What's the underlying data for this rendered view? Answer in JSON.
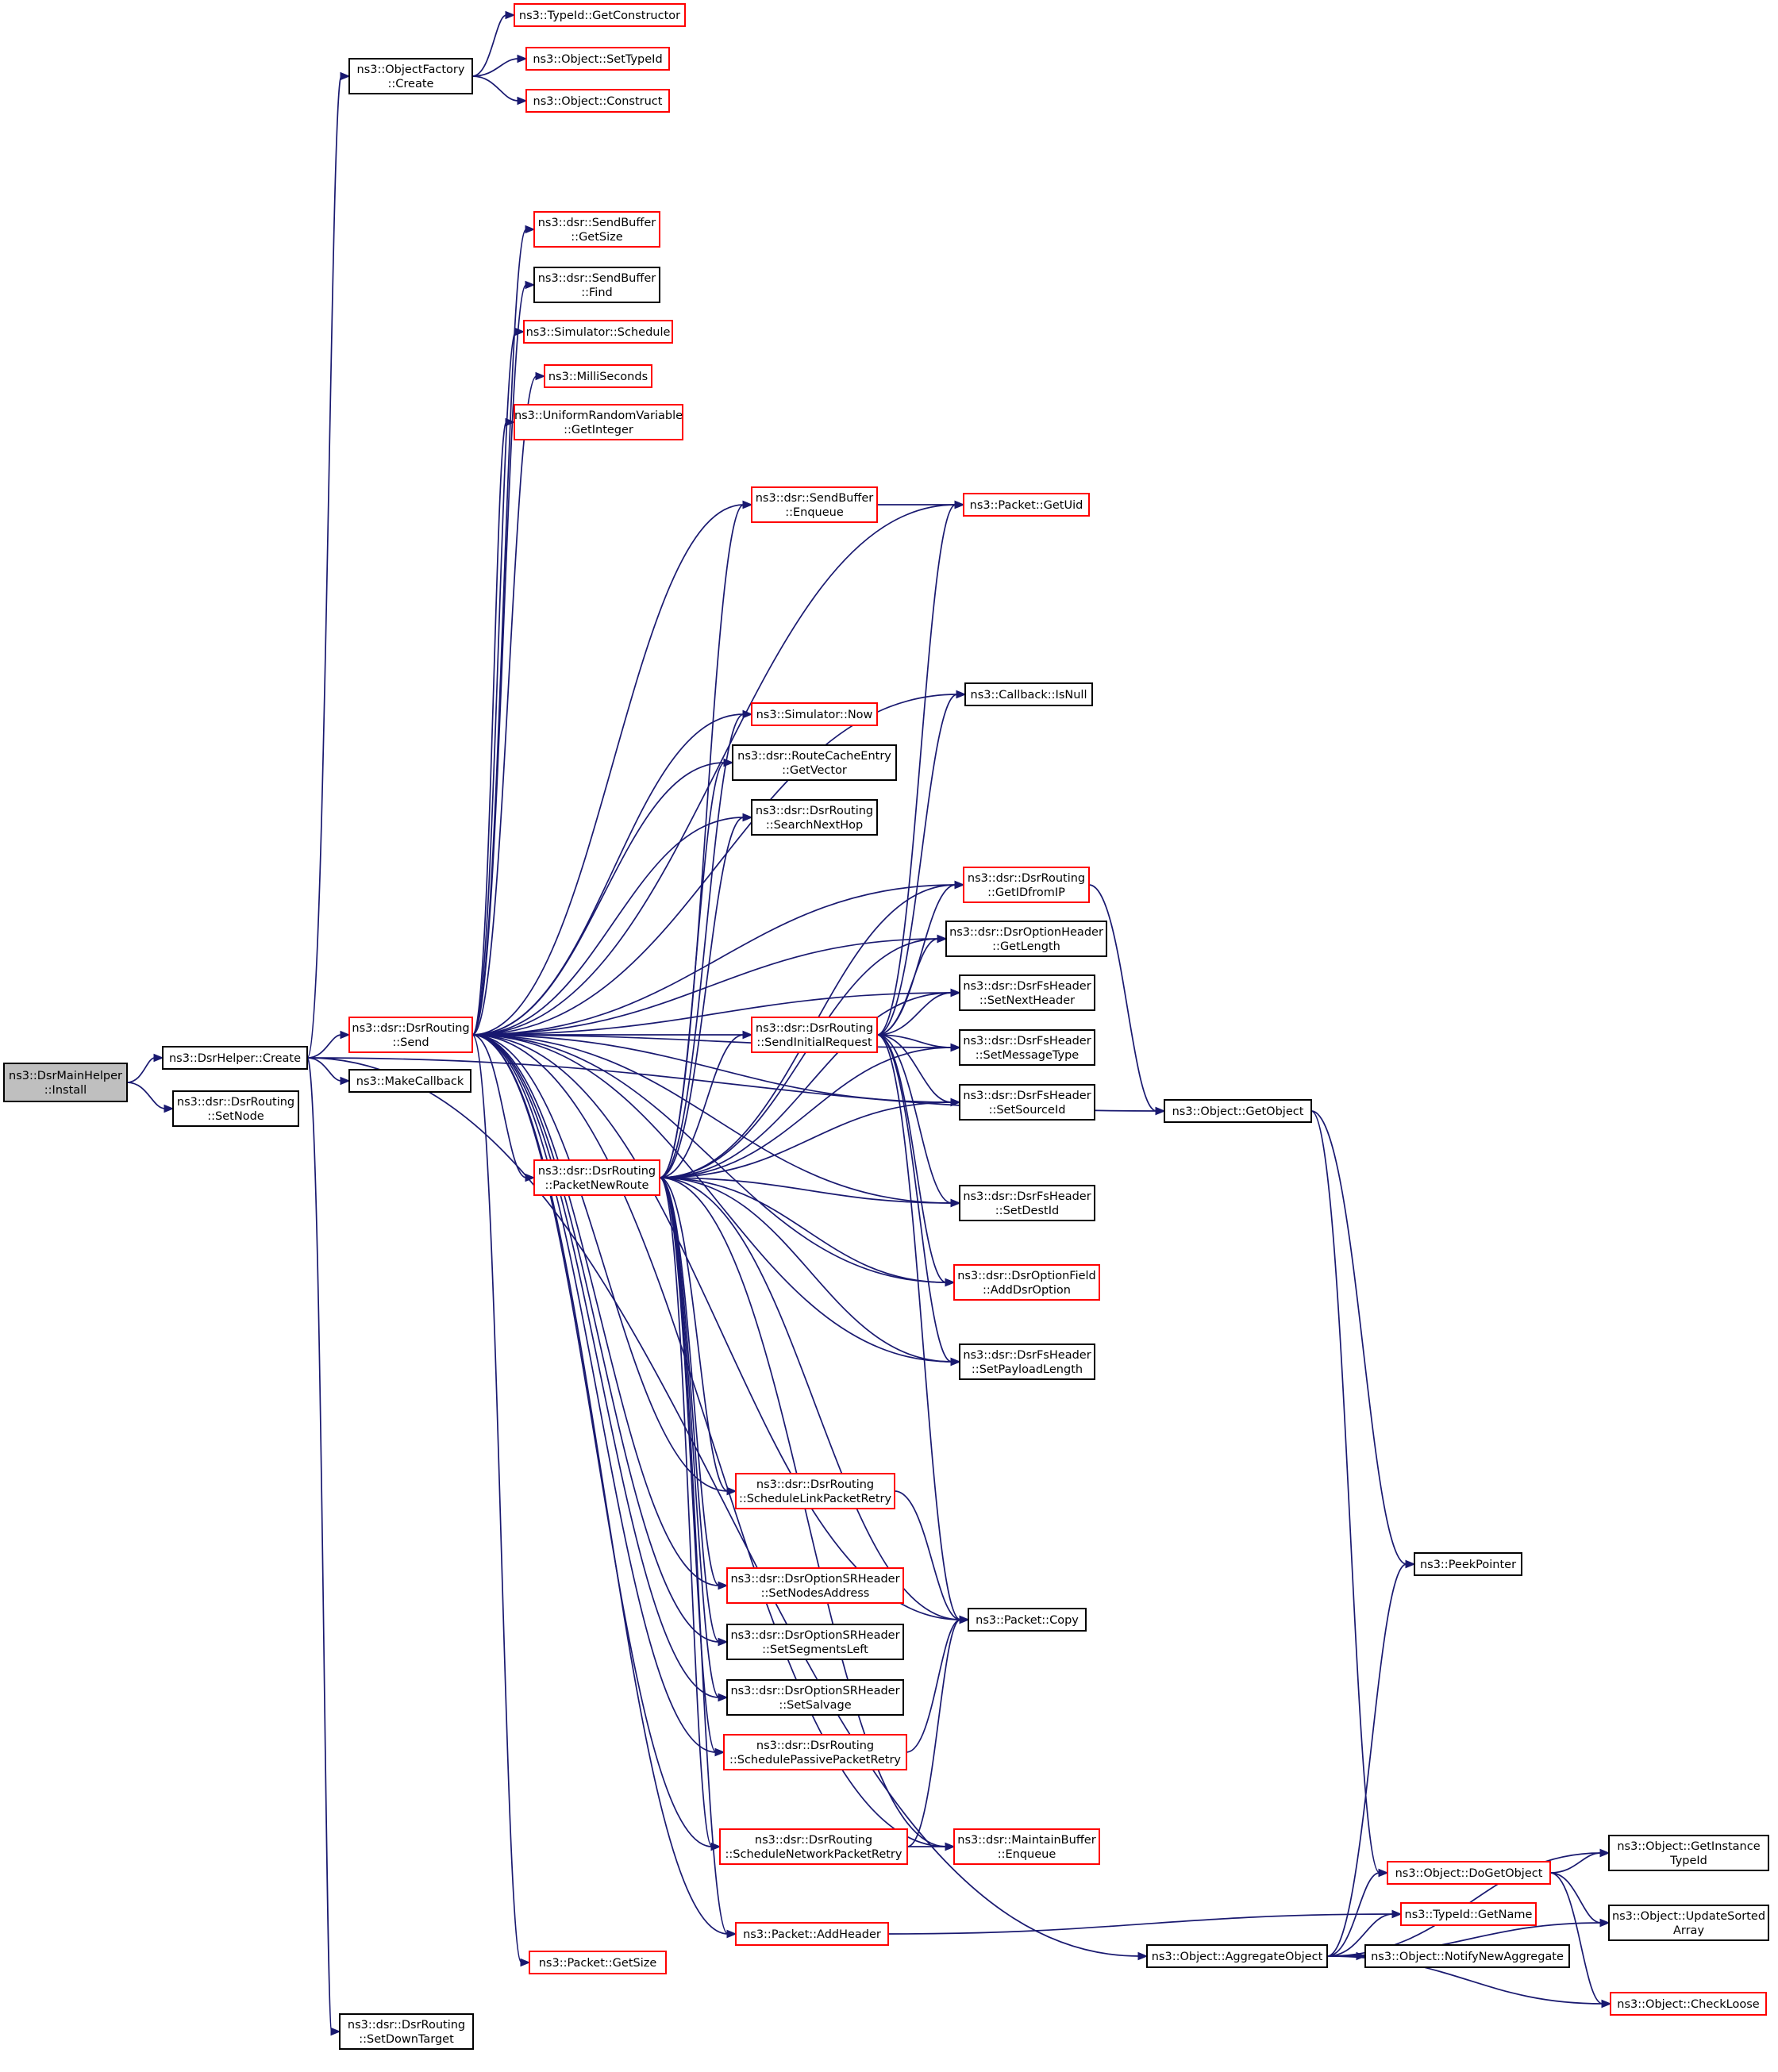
{
  "graph": {
    "edge_color": "#191970",
    "colors": {
      "root_fill": "#bfbfbf",
      "node_fill": "#ffffff",
      "border_plain": "#000000",
      "border_truncated": "#ff0000"
    },
    "nodes": [
      {
        "id": "install",
        "lines": [
          "ns3::DsrMainHelper",
          "::Install"
        ],
        "style": "root"
      },
      {
        "id": "helper_create",
        "lines": [
          "ns3::DsrHelper::Create"
        ],
        "style": "plain"
      },
      {
        "id": "setnode",
        "lines": [
          "ns3::dsr::DsrRouting",
          "::SetNode"
        ],
        "style": "plain"
      },
      {
        "id": "setdowntarget",
        "lines": [
          "ns3::dsr::DsrRouting",
          "::SetDownTarget"
        ],
        "style": "plain"
      },
      {
        "id": "of_create",
        "lines": [
          "ns3::ObjectFactory",
          "::Create"
        ],
        "style": "plain"
      },
      {
        "id": "getconstructor",
        "lines": [
          "ns3::TypeId::GetConstructor"
        ],
        "style": "red"
      },
      {
        "id": "settypeid",
        "lines": [
          "ns3::Object::SetTypeId"
        ],
        "style": "red"
      },
      {
        "id": "construct",
        "lines": [
          "ns3::Object::Construct"
        ],
        "style": "red"
      },
      {
        "id": "send",
        "lines": [
          "ns3::dsr::DsrRouting",
          "::Send"
        ],
        "style": "red"
      },
      {
        "id": "makecallback",
        "lines": [
          "ns3::MakeCallback"
        ],
        "style": "plain"
      },
      {
        "id": "sb_getsize",
        "lines": [
          "ns3::dsr::SendBuffer",
          "::GetSize"
        ],
        "style": "red"
      },
      {
        "id": "sb_find",
        "lines": [
          "ns3::dsr::SendBuffer",
          "::Find"
        ],
        "style": "plain"
      },
      {
        "id": "sim_schedule",
        "lines": [
          "ns3::Simulator::Schedule"
        ],
        "style": "red"
      },
      {
        "id": "milliseconds",
        "lines": [
          "ns3::MilliSeconds"
        ],
        "style": "red"
      },
      {
        "id": "urv_getinteger",
        "lines": [
          "ns3::UniformRandomVariable",
          "::GetInteger"
        ],
        "style": "red"
      },
      {
        "id": "sb_enqueue",
        "lines": [
          "ns3::dsr::SendBuffer",
          "::Enqueue"
        ],
        "style": "red"
      },
      {
        "id": "packet_getuid",
        "lines": [
          "ns3::Packet::GetUid"
        ],
        "style": "red"
      },
      {
        "id": "cb_isnull",
        "lines": [
          "ns3::Callback::IsNull"
        ],
        "style": "plain"
      },
      {
        "id": "sim_now",
        "lines": [
          "ns3::Simulator::Now"
        ],
        "style": "red"
      },
      {
        "id": "rce_getvector",
        "lines": [
          "ns3::dsr::RouteCacheEntry",
          "::GetVector"
        ],
        "style": "plain"
      },
      {
        "id": "searchnexthop",
        "lines": [
          "ns3::dsr::DsrRouting",
          "::SearchNextHop"
        ],
        "style": "plain"
      },
      {
        "id": "getidfromip",
        "lines": [
          "ns3::dsr::DsrRouting",
          "::GetIDfromIP"
        ],
        "style": "red"
      },
      {
        "id": "oh_getlength",
        "lines": [
          "ns3::dsr::DsrOptionHeader",
          "::GetLength"
        ],
        "style": "plain"
      },
      {
        "id": "fs_setnextheader",
        "lines": [
          "ns3::dsr::DsrFsHeader",
          "::SetNextHeader"
        ],
        "style": "plain"
      },
      {
        "id": "sendinitialrequest",
        "lines": [
          "ns3::dsr::DsrRouting",
          "::SendInitialRequest"
        ],
        "style": "red"
      },
      {
        "id": "fs_setmessagetype",
        "lines": [
          "ns3::dsr::DsrFsHeader",
          "::SetMessageType"
        ],
        "style": "plain"
      },
      {
        "id": "fs_setsourceid",
        "lines": [
          "ns3::dsr::DsrFsHeader",
          "::SetSourceId"
        ],
        "style": "plain"
      },
      {
        "id": "obj_getobject",
        "lines": [
          "ns3::Object::GetObject"
        ],
        "style": "plain"
      },
      {
        "id": "packetnewroute",
        "lines": [
          "ns3::dsr::DsrRouting",
          "::PacketNewRoute"
        ],
        "style": "red"
      },
      {
        "id": "fs_setdestid",
        "lines": [
          "ns3::dsr::DsrFsHeader",
          "::SetDestId"
        ],
        "style": "plain"
      },
      {
        "id": "of_adddsroption",
        "lines": [
          "ns3::dsr::DsrOptionField",
          "::AddDsrOption"
        ],
        "style": "red"
      },
      {
        "id": "fs_setpayloadlength",
        "lines": [
          "ns3::dsr::DsrFsHeader",
          "::SetPayloadLength"
        ],
        "style": "plain"
      },
      {
        "id": "schedulelinkpacketretry",
        "lines": [
          "ns3::dsr::DsrRouting",
          "::ScheduleLinkPacketRetry"
        ],
        "style": "red"
      },
      {
        "id": "peekpointer",
        "lines": [
          "ns3::PeekPointer"
        ],
        "style": "plain"
      },
      {
        "id": "sr_setnodesaddress",
        "lines": [
          "ns3::dsr::DsrOptionSRHeader",
          "::SetNodesAddress"
        ],
        "style": "red"
      },
      {
        "id": "packet_copy",
        "lines": [
          "ns3::Packet::Copy"
        ],
        "style": "plain"
      },
      {
        "id": "sr_setsegmentsleft",
        "lines": [
          "ns3::dsr::DsrOptionSRHeader",
          "::SetSegmentsLeft"
        ],
        "style": "plain"
      },
      {
        "id": "sr_setsalvage",
        "lines": [
          "ns3::dsr::DsrOptionSRHeader",
          "::SetSalvage"
        ],
        "style": "plain"
      },
      {
        "id": "schedulepassivepacketretry",
        "lines": [
          "ns3::dsr::DsrRouting",
          "::SchedulePassivePacketRetry"
        ],
        "style": "red"
      },
      {
        "id": "schedulenetworkpacketretry",
        "lines": [
          "ns3::dsr::DsrRouting",
          "::ScheduleNetworkPacketRetry"
        ],
        "style": "red"
      },
      {
        "id": "mb_enqueue",
        "lines": [
          "ns3::dsr::MaintainBuffer",
          "::Enqueue"
        ],
        "style": "red"
      },
      {
        "id": "obj_getinstancetypeid",
        "lines": [
          "ns3::Object::GetInstance",
          "TypeId"
        ],
        "style": "plain"
      },
      {
        "id": "obj_dogetobject",
        "lines": [
          "ns3::Object::DoGetObject"
        ],
        "style": "red"
      },
      {
        "id": "typeid_getname",
        "lines": [
          "ns3::TypeId::GetName"
        ],
        "style": "red"
      },
      {
        "id": "obj_updatesortedarray",
        "lines": [
          "ns3::Object::UpdateSorted",
          "Array"
        ],
        "style": "plain"
      },
      {
        "id": "packet_addheader",
        "lines": [
          "ns3::Packet::AddHeader"
        ],
        "style": "red"
      },
      {
        "id": "obj_aggregateobject",
        "lines": [
          "ns3::Object::AggregateObject"
        ],
        "style": "plain"
      },
      {
        "id": "obj_notifynewaggregate",
        "lines": [
          "ns3::Object::NotifyNewAggregate"
        ],
        "style": "plain"
      },
      {
        "id": "packet_getsize",
        "lines": [
          "ns3::Packet::GetSize"
        ],
        "style": "red"
      },
      {
        "id": "obj_checkloose",
        "lines": [
          "ns3::Object::CheckLoose"
        ],
        "style": "red"
      }
    ],
    "edges": [
      [
        "install",
        "helper_create"
      ],
      [
        "install",
        "setnode"
      ],
      [
        "helper_create",
        "of_create"
      ],
      [
        "helper_create",
        "obj_getobject"
      ],
      [
        "helper_create",
        "send"
      ],
      [
        "helper_create",
        "makecallback"
      ],
      [
        "helper_create",
        "setdowntarget"
      ],
      [
        "helper_create",
        "obj_aggregateobject"
      ],
      [
        "of_create",
        "getconstructor"
      ],
      [
        "of_create",
        "settypeid"
      ],
      [
        "of_create",
        "construct"
      ],
      [
        "send",
        "cb_isnull"
      ],
      [
        "send",
        "sb_getsize"
      ],
      [
        "send",
        "sb_find"
      ],
      [
        "send",
        "sim_schedule"
      ],
      [
        "send",
        "milliseconds"
      ],
      [
        "send",
        "urv_getinteger"
      ],
      [
        "send",
        "packet_getuid"
      ],
      [
        "send",
        "sb_enqueue"
      ],
      [
        "send",
        "getidfromip"
      ],
      [
        "send",
        "oh_getlength"
      ],
      [
        "send",
        "fs_setnextheader"
      ],
      [
        "send",
        "fs_setmessagetype"
      ],
      [
        "send",
        "sim_now"
      ],
      [
        "send",
        "rce_getvector"
      ],
      [
        "send",
        "searchnexthop"
      ],
      [
        "send",
        "sendinitialrequest"
      ],
      [
        "send",
        "fs_setsourceid"
      ],
      [
        "send",
        "packetnewroute"
      ],
      [
        "send",
        "fs_setdestid"
      ],
      [
        "send",
        "of_adddsroption"
      ],
      [
        "send",
        "fs_setpayloadlength"
      ],
      [
        "send",
        "schedulelinkpacketretry"
      ],
      [
        "send",
        "sr_setnodesaddress"
      ],
      [
        "send",
        "sr_setsegmentsleft"
      ],
      [
        "send",
        "sr_setsalvage"
      ],
      [
        "send",
        "schedulepassivepacketretry"
      ],
      [
        "send",
        "packet_copy"
      ],
      [
        "send",
        "schedulenetworkpacketretry"
      ],
      [
        "send",
        "mb_enqueue"
      ],
      [
        "send",
        "packet_addheader"
      ],
      [
        "send",
        "packet_getsize"
      ],
      [
        "sb_enqueue",
        "packet_getuid"
      ],
      [
        "getidfromip",
        "obj_getobject"
      ],
      [
        "sendinitialrequest",
        "packet_getuid"
      ],
      [
        "sendinitialrequest",
        "cb_isnull"
      ],
      [
        "sendinitialrequest",
        "getidfromip"
      ],
      [
        "sendinitialrequest",
        "oh_getlength"
      ],
      [
        "sendinitialrequest",
        "fs_setnextheader"
      ],
      [
        "sendinitialrequest",
        "fs_setmessagetype"
      ],
      [
        "sendinitialrequest",
        "fs_setsourceid"
      ],
      [
        "sendinitialrequest",
        "fs_setdestid"
      ],
      [
        "sendinitialrequest",
        "of_adddsroption"
      ],
      [
        "sendinitialrequest",
        "fs_setpayloadlength"
      ],
      [
        "sendinitialrequest",
        "packet_copy"
      ],
      [
        "packetnewroute",
        "sb_enqueue"
      ],
      [
        "packetnewroute",
        "sim_now"
      ],
      [
        "packetnewroute",
        "rce_getvector"
      ],
      [
        "packetnewroute",
        "searchnexthop"
      ],
      [
        "packetnewroute",
        "getidfromip"
      ],
      [
        "packetnewroute",
        "oh_getlength"
      ],
      [
        "packetnewroute",
        "fs_setnextheader"
      ],
      [
        "packetnewroute",
        "fs_setmessagetype"
      ],
      [
        "packetnewroute",
        "sendinitialrequest"
      ],
      [
        "packetnewroute",
        "fs_setsourceid"
      ],
      [
        "packetnewroute",
        "fs_setdestid"
      ],
      [
        "packetnewroute",
        "of_adddsroption"
      ],
      [
        "packetnewroute",
        "fs_setpayloadlength"
      ],
      [
        "packetnewroute",
        "schedulelinkpacketretry"
      ],
      [
        "packetnewroute",
        "sr_setnodesaddress"
      ],
      [
        "packetnewroute",
        "packet_copy"
      ],
      [
        "packetnewroute",
        "sr_setsegmentsleft"
      ],
      [
        "packetnewroute",
        "sr_setsalvage"
      ],
      [
        "packetnewroute",
        "schedulepassivepacketretry"
      ],
      [
        "packetnewroute",
        "schedulenetworkpacketretry"
      ],
      [
        "packetnewroute",
        "mb_enqueue"
      ],
      [
        "packetnewroute",
        "packet_addheader"
      ],
      [
        "schedulelinkpacketretry",
        "packet_copy"
      ],
      [
        "schedulepassivepacketretry",
        "packet_copy"
      ],
      [
        "schedulenetworkpacketretry",
        "packet_copy"
      ],
      [
        "schedulenetworkpacketretry",
        "mb_enqueue"
      ],
      [
        "packet_addheader",
        "typeid_getname"
      ],
      [
        "obj_getobject",
        "peekpointer"
      ],
      [
        "obj_getobject",
        "obj_dogetobject"
      ],
      [
        "obj_dogetobject",
        "obj_getinstancetypeid"
      ],
      [
        "obj_dogetobject",
        "obj_updatesortedarray"
      ],
      [
        "obj_dogetobject",
        "obj_checkloose"
      ],
      [
        "obj_aggregateobject",
        "peekpointer"
      ],
      [
        "obj_aggregateobject",
        "obj_getinstancetypeid"
      ],
      [
        "obj_aggregateobject",
        "obj_dogetobject"
      ],
      [
        "obj_aggregateobject",
        "typeid_getname"
      ],
      [
        "obj_aggregateobject",
        "obj_notifynewaggregate"
      ],
      [
        "obj_aggregateobject",
        "obj_updatesortedarray"
      ],
      [
        "obj_aggregateobject",
        "obj_checkloose"
      ]
    ]
  }
}
